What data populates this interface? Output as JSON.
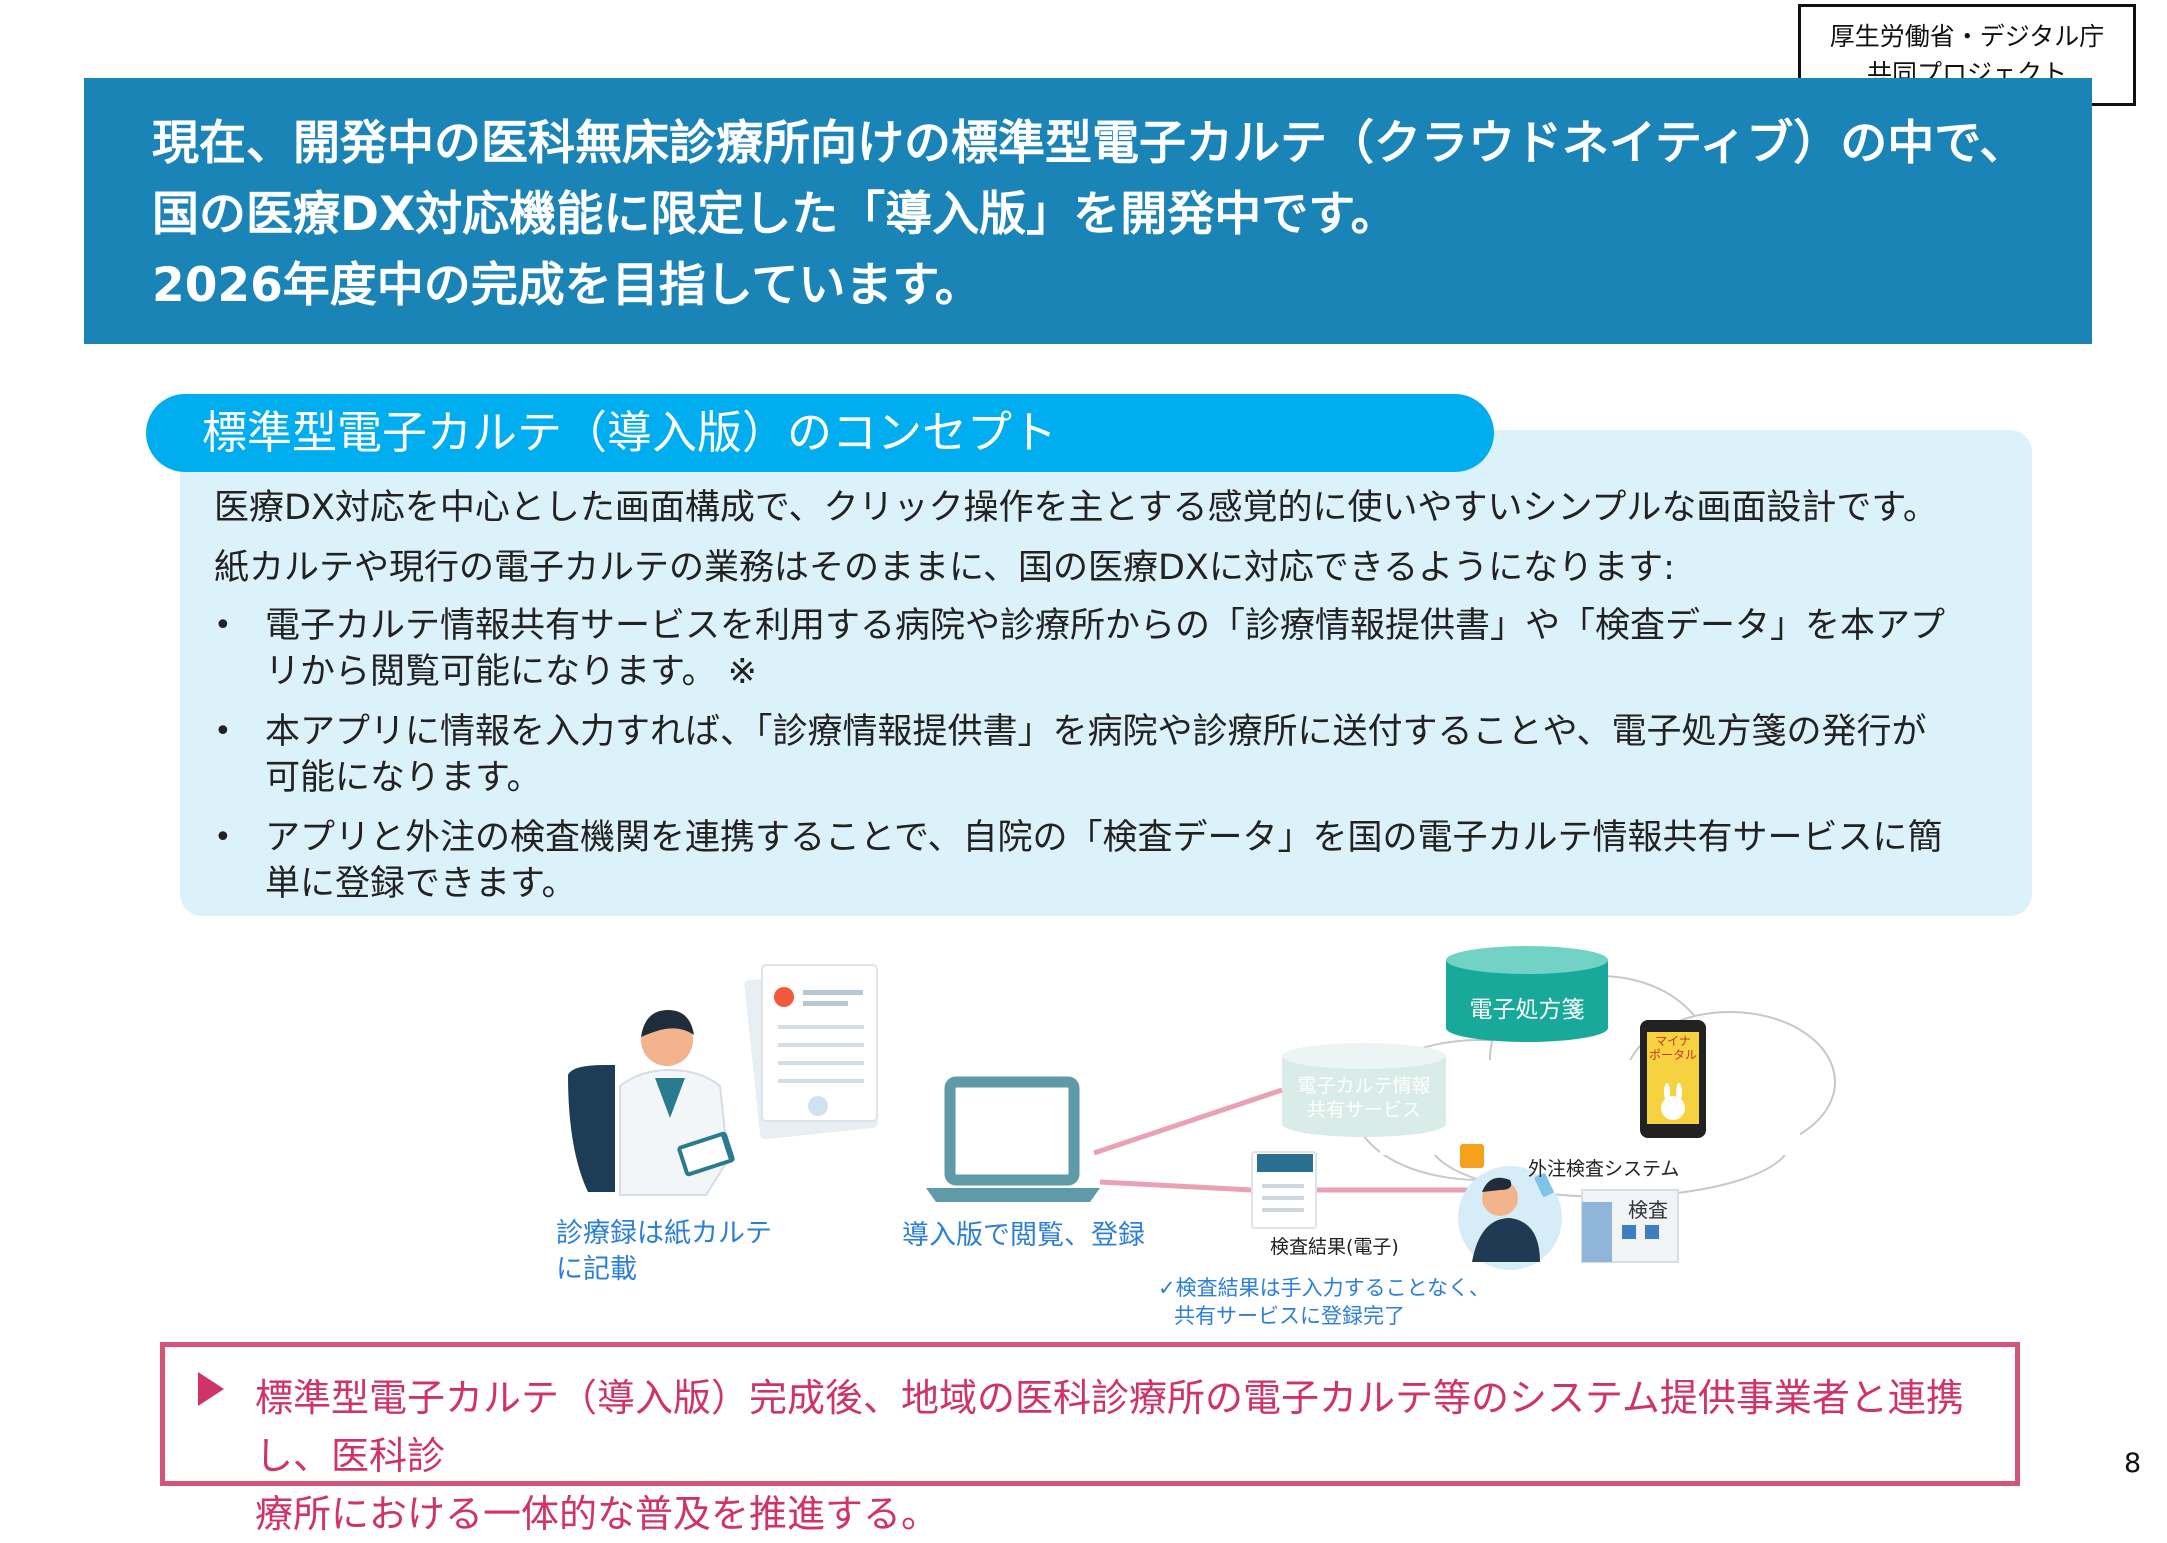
{
  "header": {
    "project_line1": "厚生労働省・デジタル庁",
    "project_line2": "共同プロジェクト"
  },
  "banner": {
    "line1": "現在、開発中の医科無床診療所向けの標準型電子カルテ（クラウドネイティブ）の中で、",
    "line2": "国の医療DX対応機能に限定した「導入版」を開発中です。",
    "line3": "2026年度中の完成を目指しています。"
  },
  "concept": {
    "title": "標準型電子カルテ（導入版）のコンセプト",
    "intro1": "医療DX対応を中心とした画面構成で、クリック操作を主とする感覚的に使いやすいシンプルな画面設計です。",
    "intro2": "紙カルテや現行の電子カルテの業務はそのままに、国の医療DXに対応できるようになります:",
    "bullets": [
      {
        "line1": "電子カルテ情報共有サービスを利用する病院や診療所からの「診療情報提供書」や「検査データ」を本アプ",
        "line2": "リから閲覧可能になります。 ※"
      },
      {
        "line1": "本アプリに情報を入力すれば、「診療情報提供書」を病院や診療所に送付することや、電子処方箋の発行が",
        "line2": "可能になります。"
      },
      {
        "line1": "アプリと外注の検査機関を連携することで、自院の「検査データ」を国の電子カルテ情報共有サービスに簡",
        "line2": "単に登録できます。"
      }
    ],
    "bullet_symbol": "•"
  },
  "diagram": {
    "doctor_caption_line1": "診療録は紙カルテ",
    "doctor_caption_line2": "に記載",
    "laptop_caption": "導入版で閲覧、登録",
    "eprescription_label": "電子処方箋",
    "sharing_service_line1": "電子カルテ情報",
    "sharing_service_line2": "共有サービス",
    "mynaportal_line1": "マイナ",
    "mynaportal_line2": "ポータル",
    "lab_system_label": "外注検査システム",
    "lab_building_label": "検査",
    "lab_result_label": "検査結果(電子)",
    "note_line1": "✓検査結果は手入力することなく、",
    "note_line2": "共有サービスに登録完了"
  },
  "footer": {
    "line1": "標準型電子カルテ（導入版）完成後、地域の医科診療所の電子カルテ等のシステム提供事業者と連携し、医科診",
    "line2": "療所における一体的な普及を推進する。",
    "page_number": "8"
  },
  "colors": {
    "banner": "#1b84b6",
    "concept_pill": "#00aeef",
    "concept_panel": "#dcf2fb",
    "caption_blue": "#2c7fd8",
    "footer_accent": "#d0326a",
    "eprescription_teal": "#19a99a"
  }
}
